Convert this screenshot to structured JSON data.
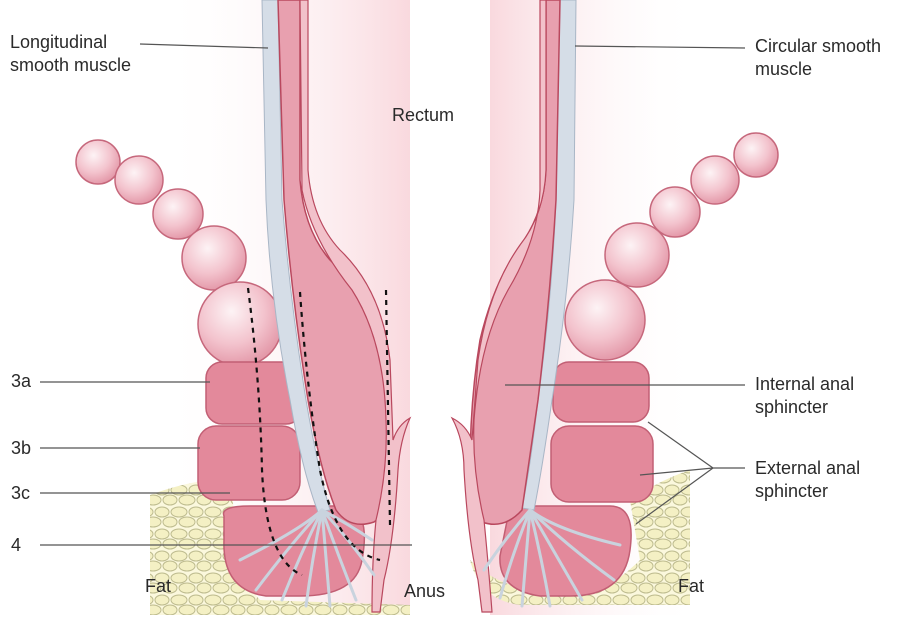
{
  "labels": {
    "longitudinal": "Longitudinal\nsmooth muscle",
    "circular": "Circular smooth\nmuscle",
    "rectum": "Rectum",
    "internal": "Internal anal\nsphincter",
    "external": "External anal\nsphincter",
    "grade_3a": "3a",
    "grade_3b": "3b",
    "grade_3c": "3c",
    "grade_4": "4",
    "fat_left": "Fat",
    "fat_right": "Fat",
    "anus": "Anus"
  },
  "colors": {
    "muscle": "#e8a3b0",
    "muscle_dark": "#d97a8c",
    "outline": "#b9485e",
    "longitudinal_layer": "#d3dbe5",
    "fat": "#f3f0c9",
    "fat_outline": "#b9b98a",
    "skin_bg": "#fbe3e6"
  }
}
